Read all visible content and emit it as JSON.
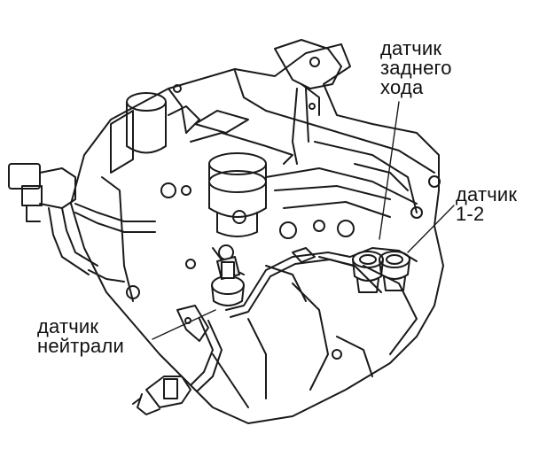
{
  "labels": {
    "reverse_sensor": [
      "датчик",
      "заднего",
      "хода"
    ],
    "sensor_1_2": [
      "датчик",
      "1-2"
    ],
    "neutral_sensor": [
      "датчик",
      "нейтрали"
    ]
  },
  "colors": {
    "line": "#1a1a1a",
    "background": "#ffffff"
  }
}
